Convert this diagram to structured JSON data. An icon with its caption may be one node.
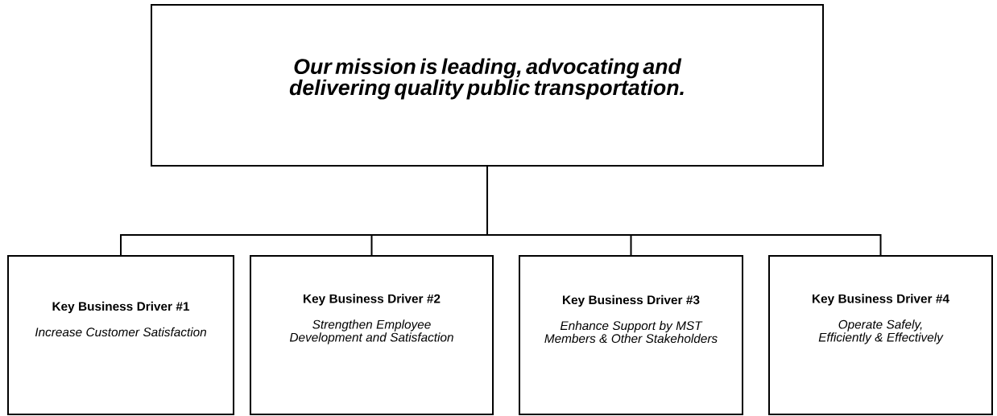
{
  "diagram": {
    "nodes": [
      {
        "text": [
          "Our mission is leading, advocating and delivering quality public transportation."
        ]
      },
      {
        "text": [
          "Key Business Driver #1",
          "Increase Customer Satisfaction"
        ]
      },
      {
        "text": [
          "Key Business Driver #2",
          "Strengthen Employee Development and Satisfaction"
        ]
      },
      {
        "text": [
          "Key Business Driver #3",
          "Enhance Support by MST Members & Other Stakeholders"
        ]
      },
      {
        "text": [
          "Key Business Driver #4",
          "Operate Safely, Efficiently & Effectively"
        ]
      }
    ],
    "edges": [
      {
        "from": 0,
        "to": 1,
        "arrow": "none"
      },
      {
        "from": 0,
        "to": 2,
        "arrow": "none"
      },
      {
        "from": 0,
        "to": 3,
        "arrow": "none"
      },
      {
        "from": 0,
        "to": 4,
        "arrow": "none"
      }
    ]
  }
}
